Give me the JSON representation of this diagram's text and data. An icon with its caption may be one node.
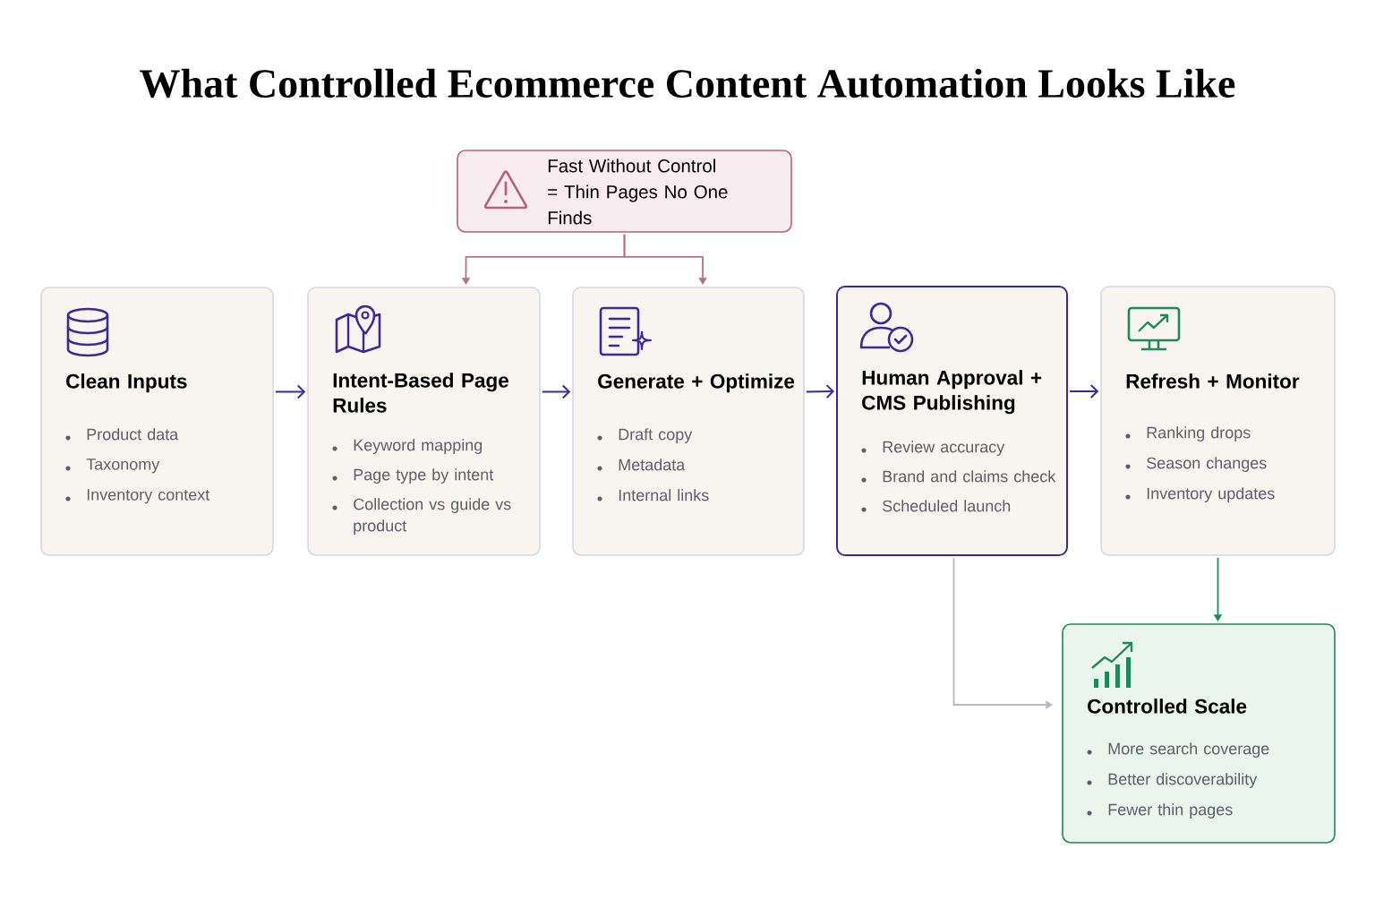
{
  "diagram": {
    "title": "What Controlled Ecommerce Content Automation Looks Like",
    "nodes": [
      {
        "text": [
          "Fast Without Control = Thin Pages No One Finds"
        ]
      },
      {
        "text": [
          "Clean Inputs",
          "Product data",
          "Taxonomy",
          "Inventory context"
        ]
      },
      {
        "text": [
          "Intent-Based Page Rules",
          "Keyword mapping",
          "Page type by intent",
          "Collection vs guide vs product"
        ]
      },
      {
        "text": [
          "Generate + Optimize",
          "Draft copy",
          "Metadata",
          "Internal links"
        ]
      },
      {
        "text": [
          "Human Approval + CMS Publishing",
          "Review accuracy",
          "Brand and claims check",
          "Scheduled launch"
        ]
      },
      {
        "text": [
          "Refresh + Monitor",
          "Ranking drops",
          "Season changes",
          "Inventory updates"
        ]
      },
      {
        "text": [
          "Controlled Scale",
          "More search coverage",
          "Better discoverability",
          "Fewer thin pages"
        ]
      }
    ],
    "edges": [
      {
        "from": 0,
        "to": 2,
        "arrow": "to",
        "color": "#b5708a"
      },
      {
        "from": 0,
        "to": 3,
        "arrow": "to",
        "color": "#b5708a"
      },
      {
        "from": 1,
        "to": 2,
        "arrow": "to"
      },
      {
        "from": 2,
        "to": 3,
        "arrow": "to"
      },
      {
        "from": 3,
        "to": 4,
        "arrow": "to"
      },
      {
        "from": 4,
        "to": 5,
        "arrow": "to"
      },
      {
        "from": 5,
        "to": 6,
        "arrow": "to",
        "color": "#1e8a5a"
      },
      {
        "from": 4,
        "to": 6,
        "arrow": "to",
        "color": "#b9b6cc"
      }
    ]
  }
}
